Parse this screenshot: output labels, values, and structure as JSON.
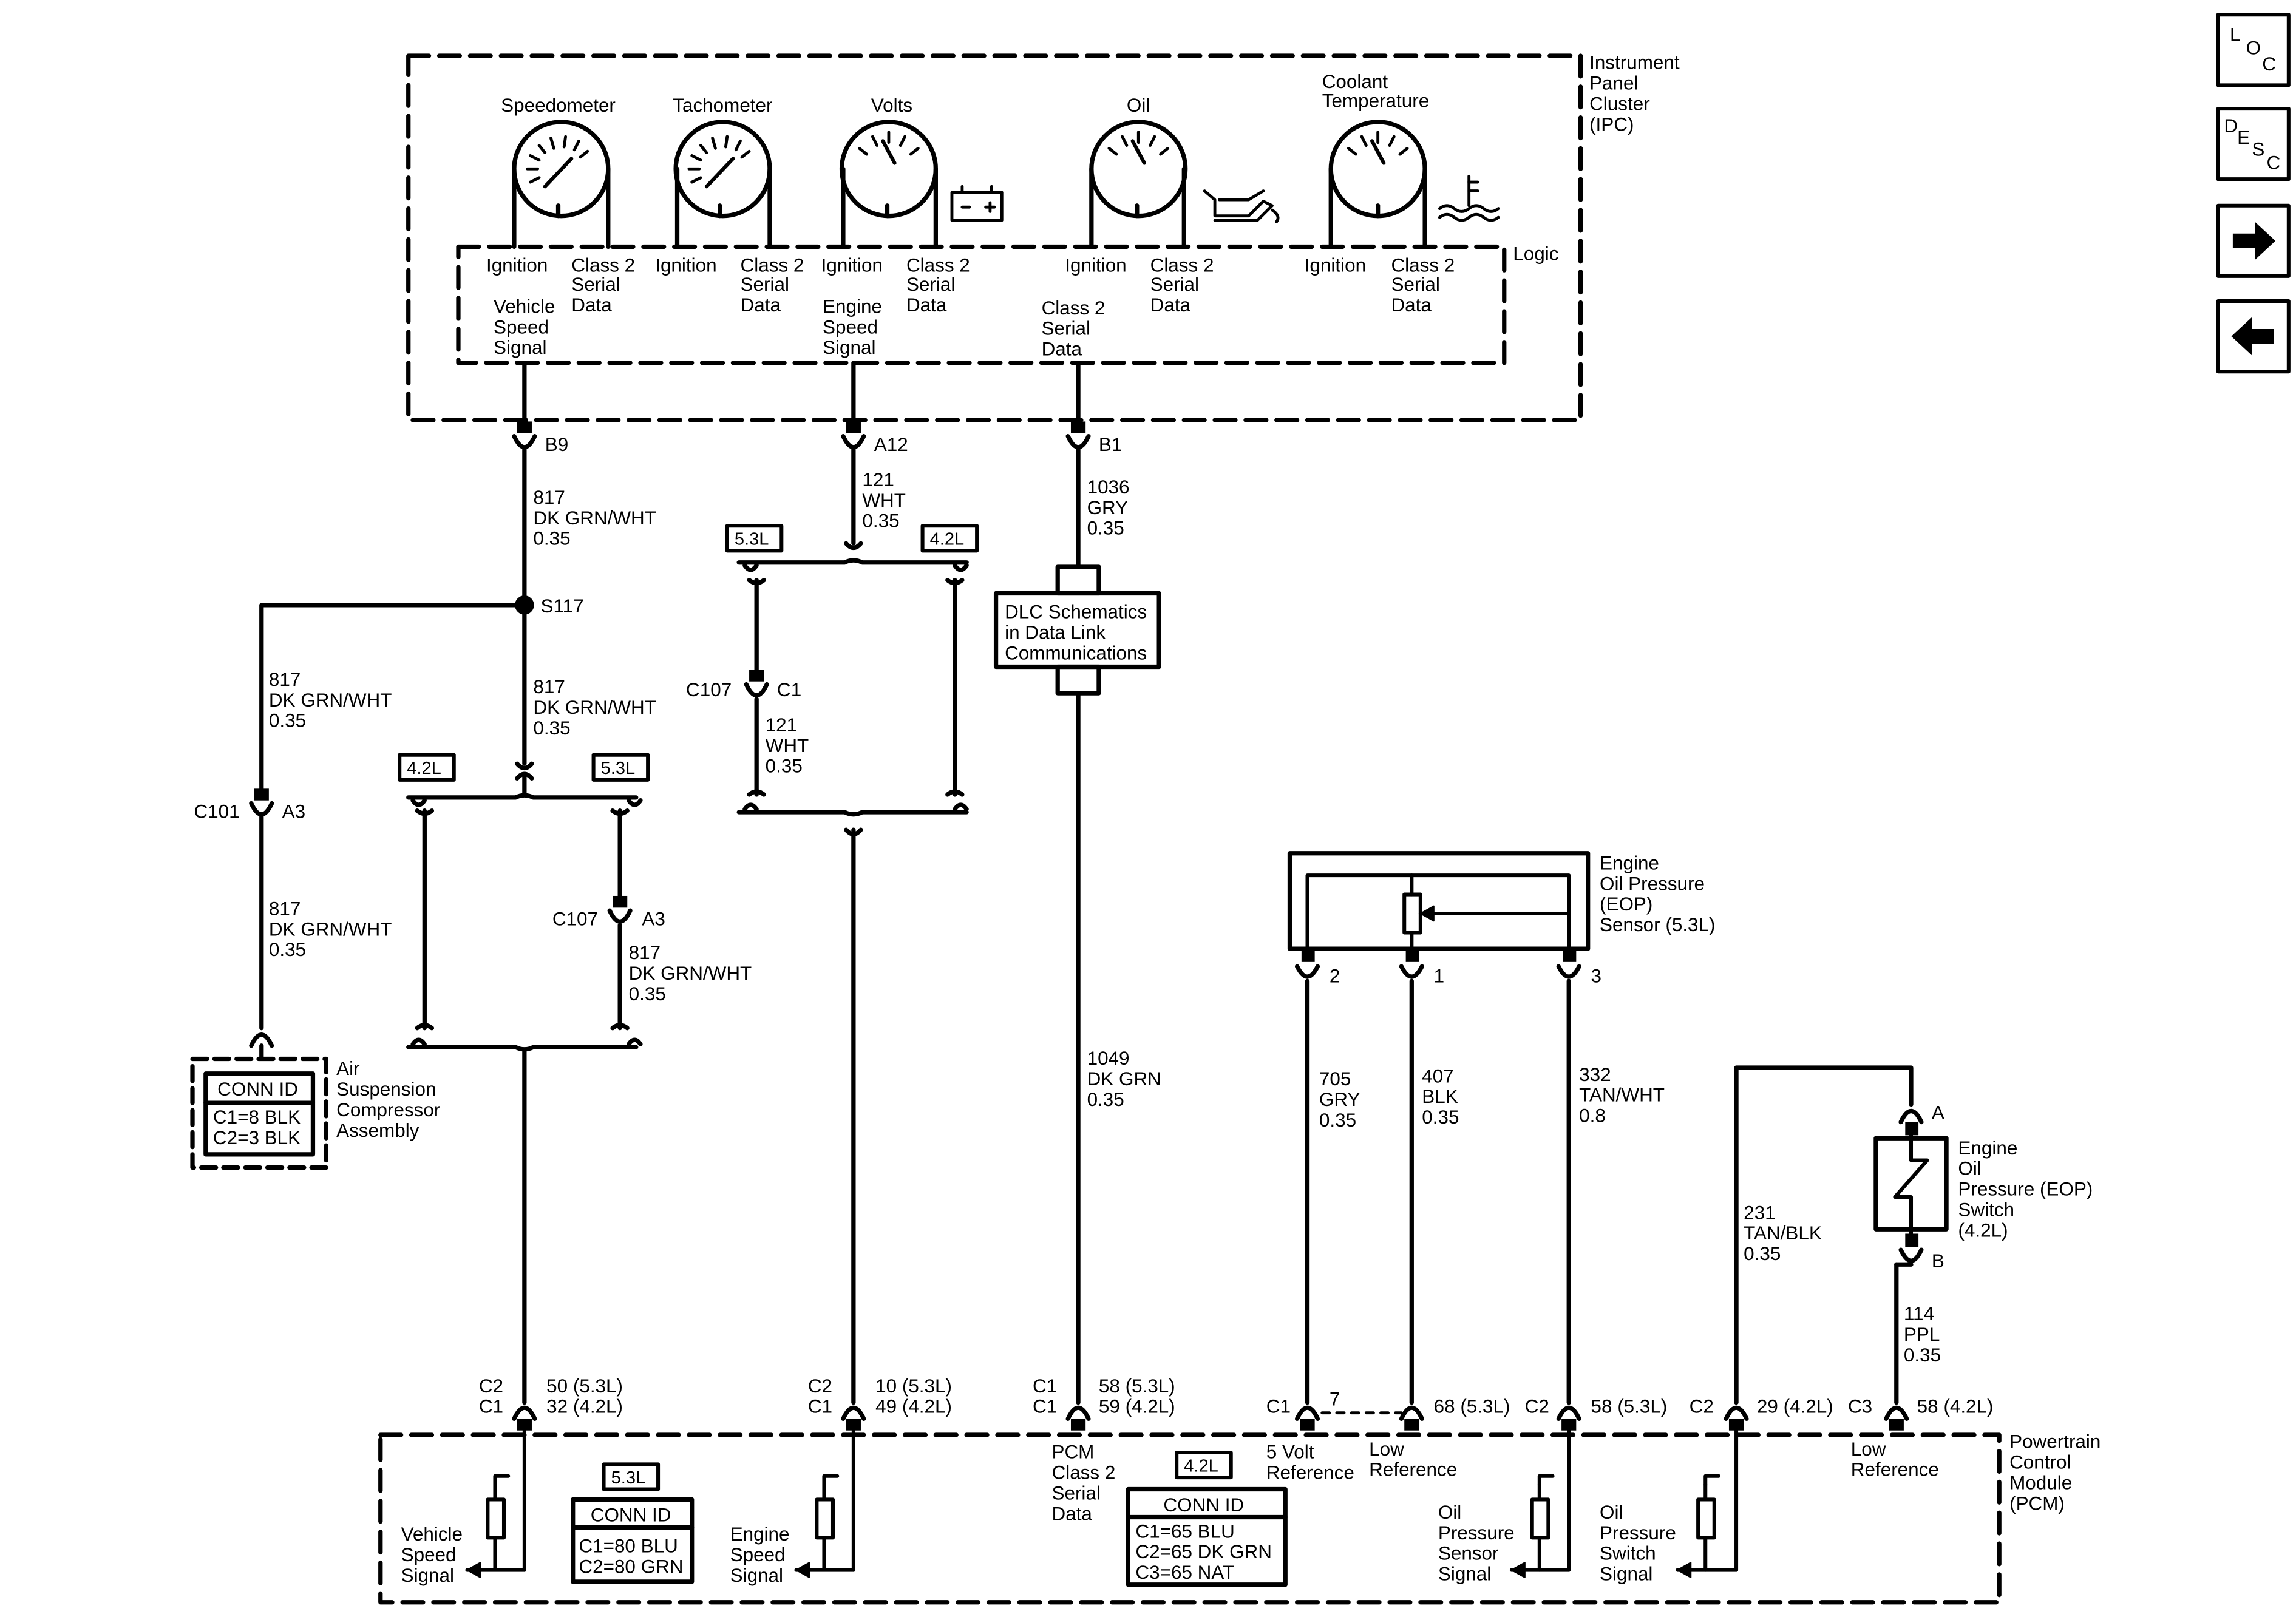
{
  "modules": {
    "ipc": [
      "Instrument",
      "Panel",
      "Cluster",
      "(IPC)"
    ],
    "logic": "Logic",
    "pcm": [
      "Powertrain",
      "Control",
      "Module",
      "(PCM)"
    ]
  },
  "gauges": {
    "speedometer": "Speedometer",
    "tachometer": "Tachometer",
    "volts": "Volts",
    "oil": "Oil",
    "coolant": [
      "Coolant",
      "Temperature"
    ]
  },
  "pins": {
    "ignition": "Ignition",
    "class2_serial_data": [
      "Class 2",
      "Serial",
      "Data"
    ],
    "vehicle_speed_signal": [
      "Vehicle",
      "Speed",
      "Signal"
    ],
    "engine_speed_signal": [
      "Engine",
      "Speed",
      "Signal"
    ]
  },
  "connectors": {
    "b9": "B9",
    "a12": "A12",
    "b1": "B1",
    "s117": "S117",
    "c101": "C101",
    "c101_a3": "A3",
    "c107_a": "C107",
    "c107_a_pin": "C1",
    "c107_b": "C107",
    "c107_b_pin": "A3",
    "eop_pin2": "2",
    "eop_pin1": "1",
    "eop_pin3": "3",
    "sw_a": "A",
    "sw_b": "B"
  },
  "wires": {
    "w817_top": [
      "817",
      "DK GRN/WHT",
      "0.35"
    ],
    "w817_left": [
      "817",
      "DK GRN/WHT",
      "0.35"
    ],
    "w817_mid": [
      "817",
      "DK GRN/WHT",
      "0.35"
    ],
    "w817_c101": [
      "817",
      "DK GRN/WHT",
      "0.35"
    ],
    "w817_c107": [
      "817",
      "DK GRN/WHT",
      "0.35"
    ],
    "w121_top": [
      "121",
      "WHT",
      "0.35"
    ],
    "w121_mid": [
      "121",
      "WHT",
      "0.35"
    ],
    "w1036": [
      "1036",
      "GRY",
      "0.35"
    ],
    "w1049": [
      "1049",
      "DK GRN",
      "0.35"
    ],
    "w705": [
      "705",
      "GRY",
      "0.35"
    ],
    "w407": [
      "407",
      "BLK",
      "0.35"
    ],
    "w332": [
      "332",
      "TAN/WHT",
      "0.8"
    ],
    "w231": [
      "231",
      "TAN/BLK",
      "0.35"
    ],
    "w114": [
      "114",
      "PPL",
      "0.35"
    ]
  },
  "engine_tags": {
    "l53": "5.3L",
    "l42": "4.2L"
  },
  "dlc_box": [
    "DLC Schematics",
    "in Data Link",
    "Communications"
  ],
  "air_suspension": {
    "title": [
      "Air",
      "Suspension",
      "Compressor",
      "Assembly"
    ],
    "conn_id_header": "CONN ID",
    "rows": [
      "C1=8 BLK",
      "C2=3 BLK"
    ]
  },
  "eop_sensor": [
    "Engine",
    "Oil Pressure",
    "(EOP)",
    "Sensor (5.3L)"
  ],
  "eop_switch": [
    "Engine",
    "Oil",
    "Pressure (EOP)",
    "Switch",
    "(4.2L)"
  ],
  "pcm_pins": {
    "vss": {
      "c": [
        "C2",
        "C1"
      ],
      "n": [
        "50 (5.3L)",
        "32 (4.2L)"
      ]
    },
    "ess": {
      "c": [
        "C2",
        "C1"
      ],
      "n": [
        "10 (5.3L)",
        "49 (4.2L)"
      ]
    },
    "data": {
      "c": [
        "C1",
        "C1"
      ],
      "n": [
        "58 (5.3L)",
        "59 (4.2L)"
      ]
    },
    "ref5v": {
      "c": "C1",
      "n": "7"
    },
    "lowref": {
      "n": "68 (5.3L)"
    },
    "ops": {
      "c": "C2",
      "n": "58 (5.3L)"
    },
    "osw": {
      "c": "C2",
      "n": "29 (4.2L)"
    },
    "lowref2": {
      "c": "C3",
      "n": "58 (4.2L)"
    }
  },
  "pcm_labels": {
    "vss": [
      "Vehicle",
      "Speed",
      "Signal"
    ],
    "ess": [
      "Engine",
      "Speed",
      "Signal"
    ],
    "data": [
      "PCM",
      "Class 2",
      "Serial",
      "Data"
    ],
    "ref5v": [
      "5 Volt",
      "Reference"
    ],
    "lowref": [
      "Low",
      "Reference"
    ],
    "ops": [
      "Oil",
      "Pressure",
      "Sensor",
      "Signal"
    ],
    "osw": [
      "Oil",
      "Pressure",
      "Switch",
      "Signal"
    ],
    "lowref2": [
      "Low",
      "Reference"
    ]
  },
  "pcm_conn_53": {
    "tag": "5.3L",
    "header": "CONN ID",
    "rows": [
      "C1=80 BLU",
      "C2=80 GRN"
    ]
  },
  "pcm_conn_42": {
    "tag": "4.2L",
    "header": "CONN ID",
    "rows": [
      "C1=65 BLU",
      "C2=65 DK GRN",
      "C3=65 NAT"
    ]
  },
  "nav": {
    "loc": [
      "L",
      "O",
      "C"
    ],
    "desc": [
      "D",
      "E",
      "S",
      "C"
    ]
  }
}
